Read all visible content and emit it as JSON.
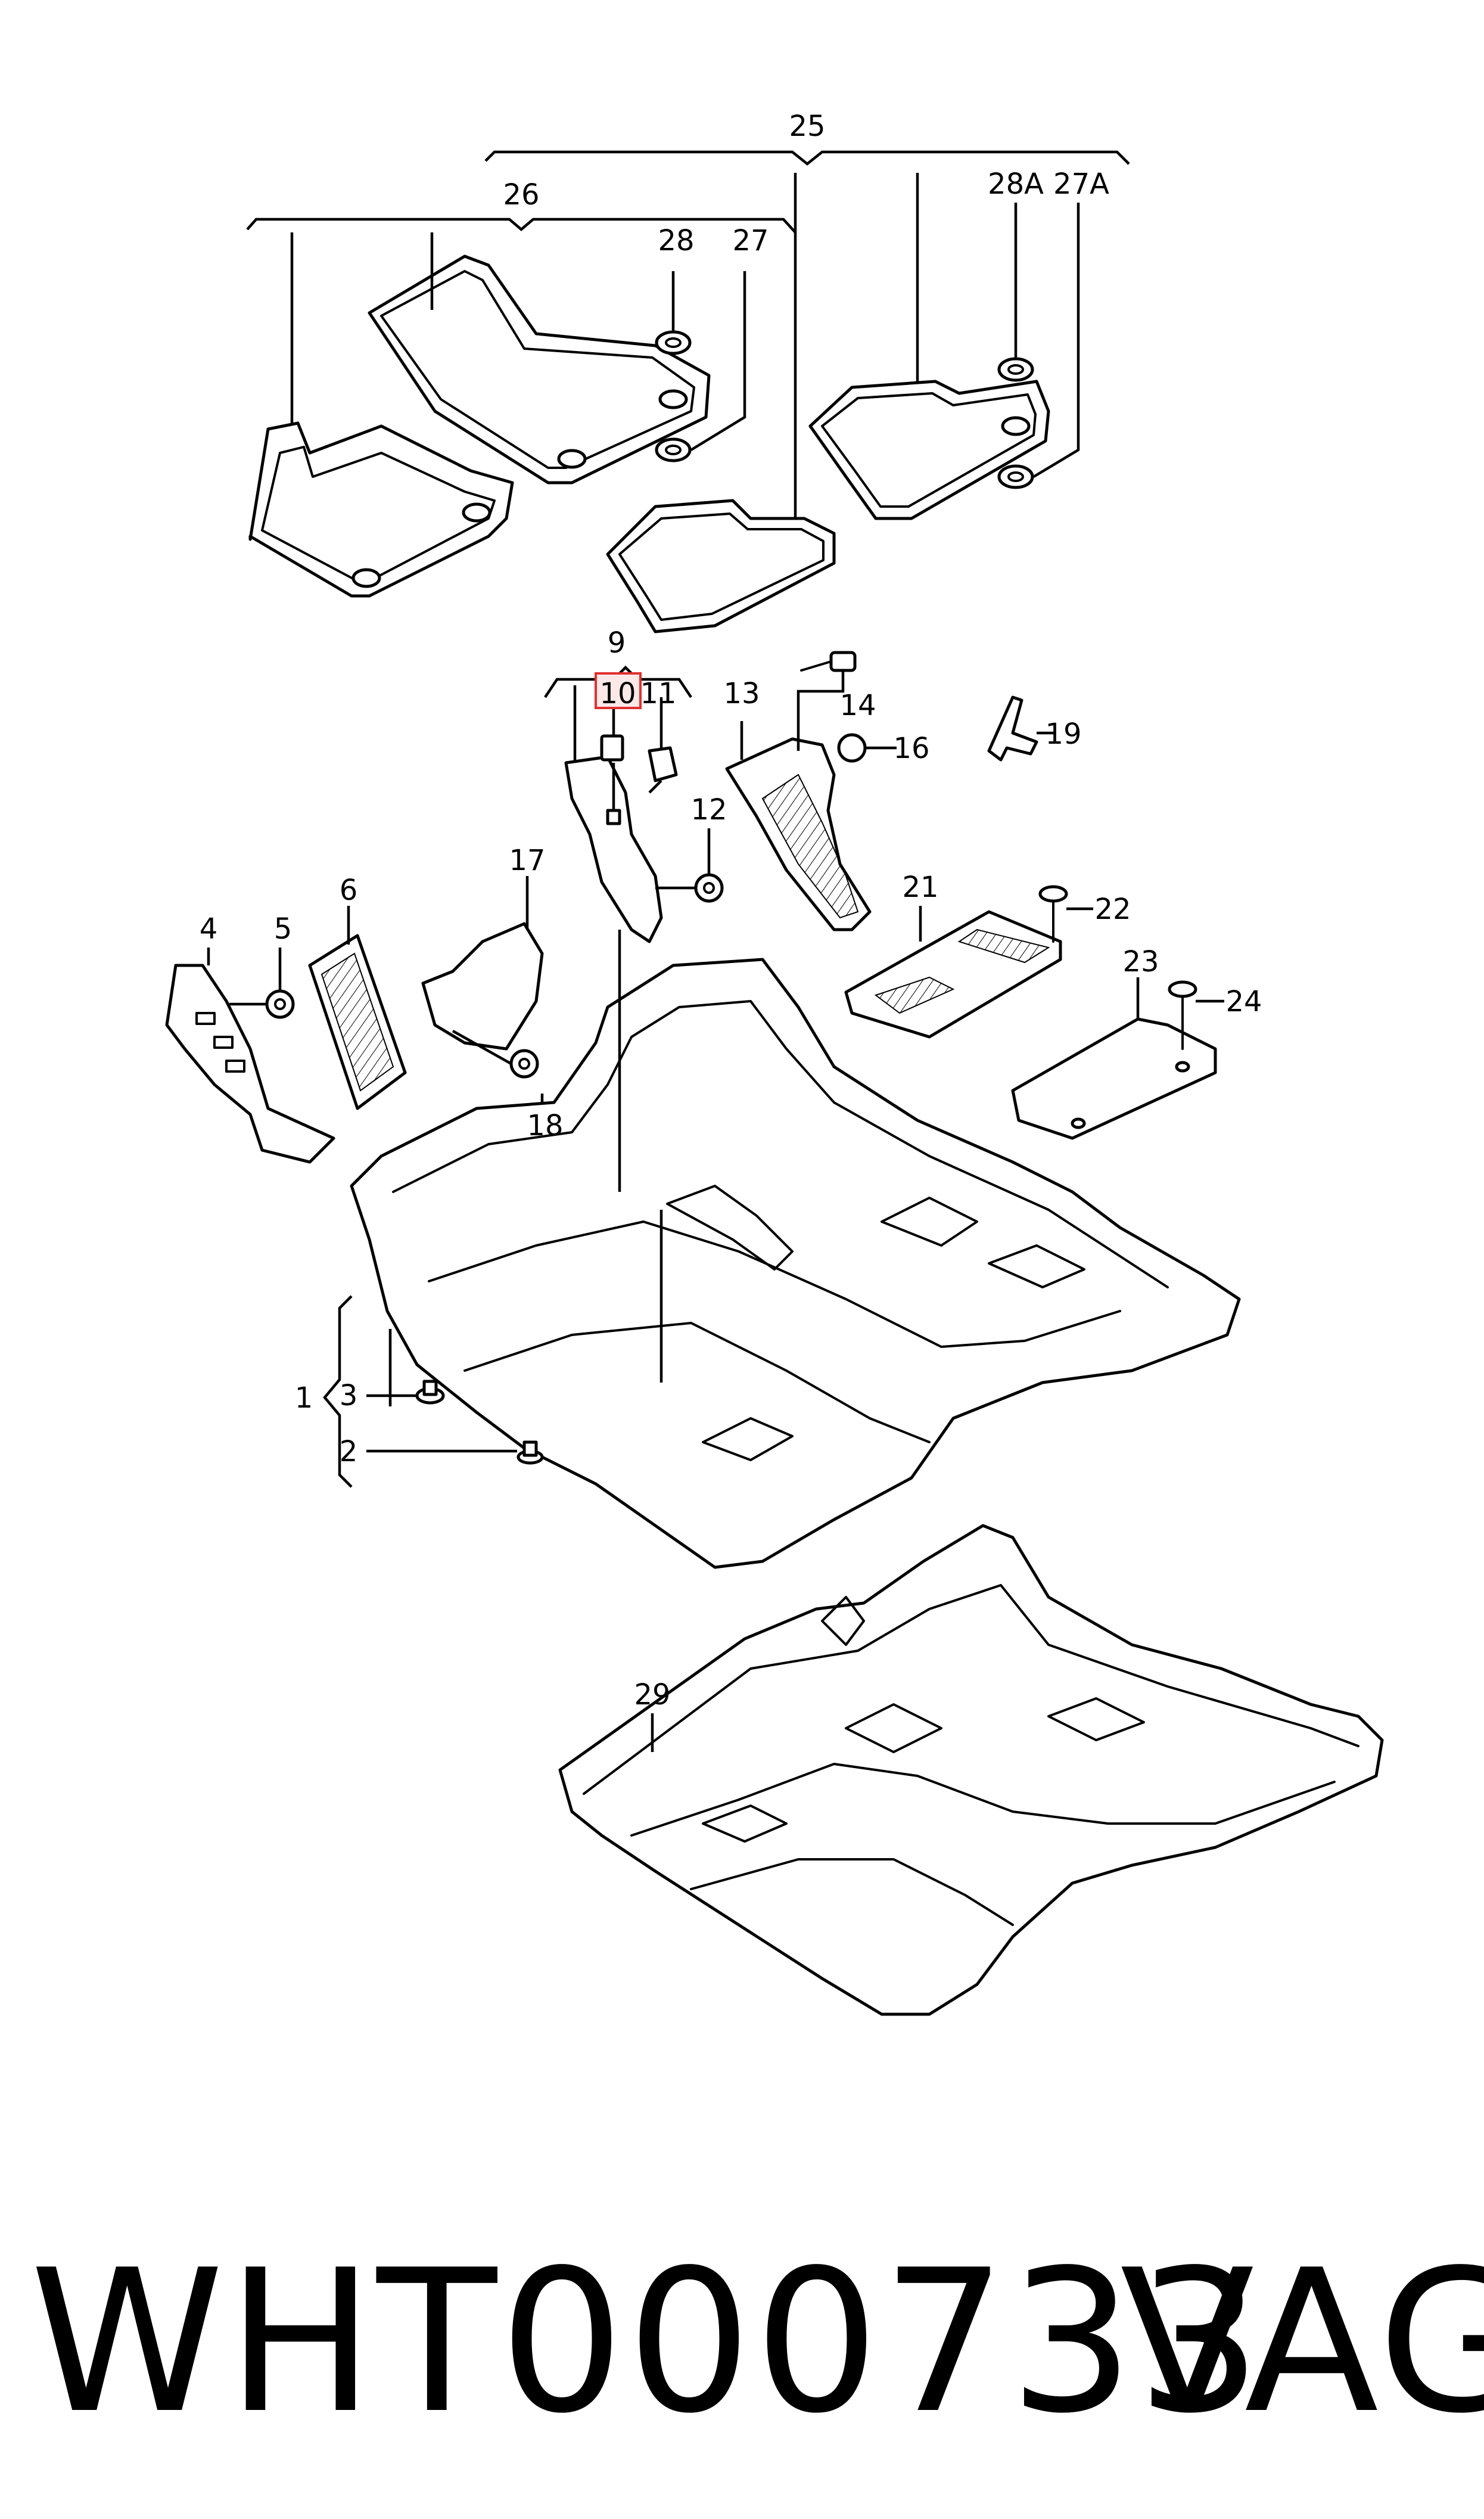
{
  "callouts": {
    "c1": "1",
    "c2": "2",
    "c3": "3",
    "c4": "4",
    "c5": "5",
    "c6": "6",
    "c9": "9",
    "c10": "10",
    "c11": "11",
    "c12": "12",
    "c13": "13",
    "c14": "14",
    "c16": "16",
    "c17": "17",
    "c18": "18",
    "c19": "19",
    "c21": "21",
    "c22": "22",
    "c23": "23",
    "c24": "24",
    "c25": "25",
    "c26": "26",
    "c27": "27",
    "c27a": "27A",
    "c28": "28",
    "c28a": "28A",
    "c29": "29"
  },
  "highlighted_callout": "10",
  "highlight_color": "#e03030",
  "footer": {
    "part_number": "WHT000733",
    "brand": "VAG"
  }
}
